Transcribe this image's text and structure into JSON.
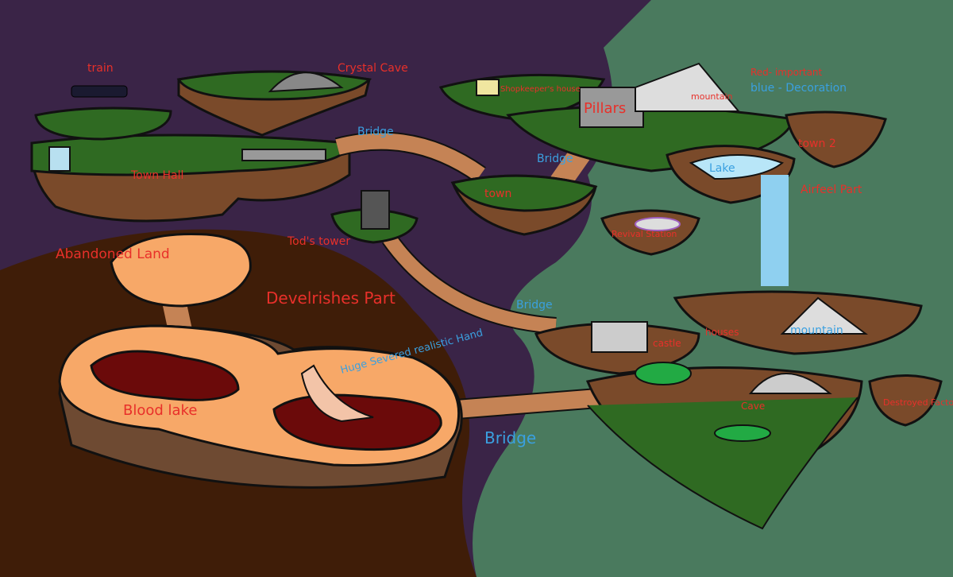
{
  "colors": {
    "important": "#e8302a",
    "decoration": "#3aa0e0",
    "void_purple": "#3a2447",
    "green_region": "#4a7a5e",
    "dark_region": "#3f1d08",
    "orange_land": "#f7a868",
    "blood": "#6b0a0a"
  },
  "legend": {
    "red": "Red- important",
    "blue": "blue - Decoration"
  },
  "labels": {
    "train": "train",
    "crystal_cave": "Crystal Cave",
    "town_hall": "Town Hall",
    "bridge_top": "Bridge",
    "shopkeeper": "Shopkeeper's house",
    "pillars": "Pillars",
    "mountain_top": "mountain",
    "town2": "town 2",
    "lake": "Lake",
    "bridge_town": "Bridge",
    "town": "town",
    "tods_tower": "Tod's tower",
    "abandoned_land": "Abandoned Land",
    "develrishes": "Develrishes Part",
    "airfeel": "Airfeel Part",
    "revival": "Revival Station",
    "bridge_castle": "Bridge",
    "houses": "houses",
    "mountain_right": "mountain",
    "castle": "castle",
    "cave": "Cave",
    "hand": "Huge Severed realistic Hand",
    "blood_lake": "Blood lake",
    "bridge_bottom": "Bridge",
    "factory": "Destroyed Factory"
  }
}
